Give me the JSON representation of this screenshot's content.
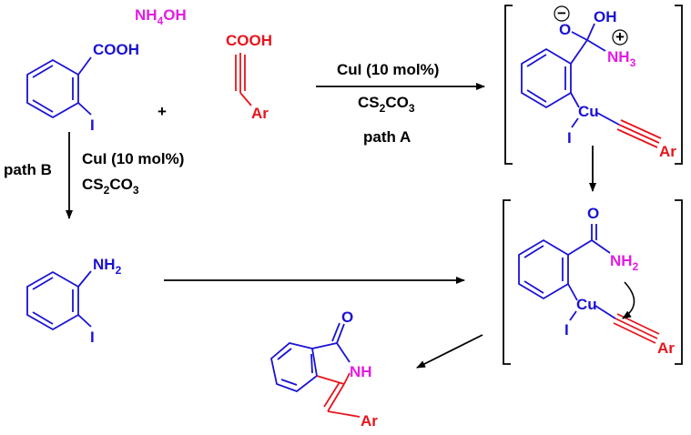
{
  "colors": {
    "blue": "#1a12d4",
    "red": "#e8141c",
    "magenta": "#e41ce4",
    "black": "#000000"
  },
  "reagents": {
    "ammonium": {
      "a": "NH",
      "sub": "4",
      "b": "OH"
    },
    "plus": "+",
    "acid1": "COOH",
    "iodo1": "I",
    "acid2": "COOH",
    "aryl1": "Ar"
  },
  "path_a": {
    "catalyst": "CuI (10 mol%)",
    "base": {
      "a": "CS",
      "sub1": "2",
      "b": "CO",
      "sub2": "3"
    },
    "label": "path A"
  },
  "path_b": {
    "label": "path B",
    "catalyst": "CuI (10 mol%)",
    "base": {
      "a": "CS",
      "sub1": "2",
      "b": "CO",
      "sub2": "3"
    }
  },
  "intermediate1": {
    "ominus": "O",
    "minus": "−",
    "oh": "OH",
    "plus": "+",
    "nh3": {
      "a": "NH",
      "sub": "3"
    },
    "cu": "Cu",
    "iodo": "I",
    "aryl": "Ar"
  },
  "aniline": {
    "nh2": {
      "a": "NH",
      "sub": "2"
    },
    "iodo": "I"
  },
  "intermediate2": {
    "oxygen": "O",
    "nh2": {
      "a": "NH",
      "sub": "2"
    },
    "cu": "Cu",
    "iodo": "I",
    "aryl": "Ar"
  },
  "product": {
    "oxygen": "O",
    "nh": "NH",
    "aryl": "Ar"
  }
}
